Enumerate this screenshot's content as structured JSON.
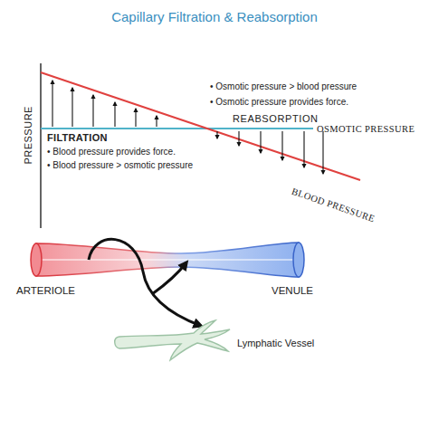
{
  "diagram": {
    "title": "Capillary Filtration & Reabsorption",
    "labels": [
      "PRESSURE",
      "• Osmotic pressure > blood pressure",
      "• Osmotic pressure provides force.",
      "REABSORPTION",
      "OSMOTIC PRESSURE",
      "FILTRATION",
      "• Blood pressure provides force.",
      "• Blood pressure > osmotic pressure",
      "BLOOD PRESSURE",
      "ARTERIOLE",
      "VENULE",
      "Lymphatic Vessel"
    ]
  }
}
